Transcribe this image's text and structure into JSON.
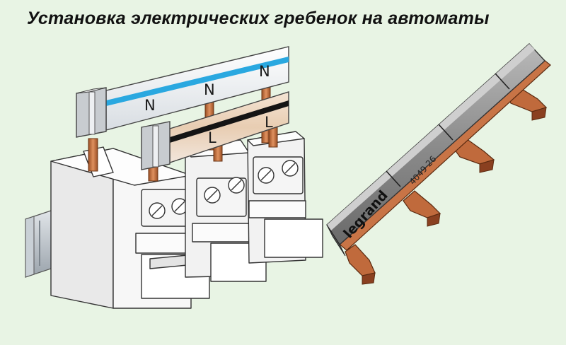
{
  "title": "Установка электрических гребенок на автоматы",
  "labels": {
    "neutral": "N",
    "line": "L"
  },
  "busbar": {
    "brand": "legrand",
    "part_number": "4049 26"
  },
  "colors": {
    "background": "#e8f4e4",
    "neutral_stripe": "#2aa8e0",
    "copper": "#c87446",
    "breaker_body": "#f7f7f7"
  }
}
